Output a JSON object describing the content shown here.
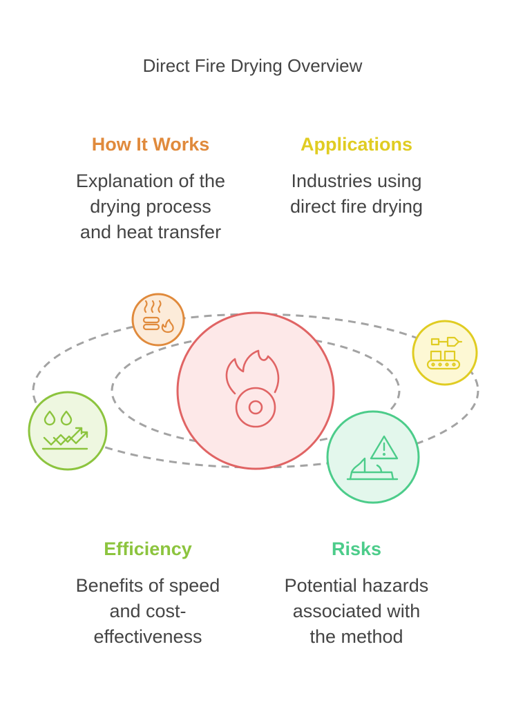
{
  "title": "Direct Fire Drying Overview",
  "colors": {
    "center": "#e06464",
    "center_fill": "#fde8e8",
    "how": "#e08a3c",
    "how_fill": "#fcebd9",
    "apps": "#e0cc22",
    "apps_fill": "#fdf8d4",
    "eff": "#8cc43e",
    "eff_fill": "#eef7e0",
    "risks": "#4ccc8a",
    "risks_fill": "#e3f7ec",
    "orbit": "#a3a3a3"
  },
  "sections": {
    "how": {
      "heading": "How It Works",
      "lines": [
        "Explanation of the",
        "drying process",
        "and heat transfer"
      ],
      "icon": "steam-flame-icon"
    },
    "apps": {
      "heading": "Applications",
      "lines": [
        "Industries using",
        "direct fire drying"
      ],
      "icon": "conveyor-robot-icon"
    },
    "eff": {
      "heading": "Efficiency",
      "lines": [
        "Benefits of speed",
        "and cost-",
        "effectiveness"
      ],
      "icon": "droplets-growth-icon"
    },
    "risks": {
      "heading": "Risks",
      "lines": [
        "Potential hazards",
        "associated with",
        "the method"
      ],
      "icon": "warning-spill-icon"
    }
  },
  "center_icon": "fire-target-icon"
}
